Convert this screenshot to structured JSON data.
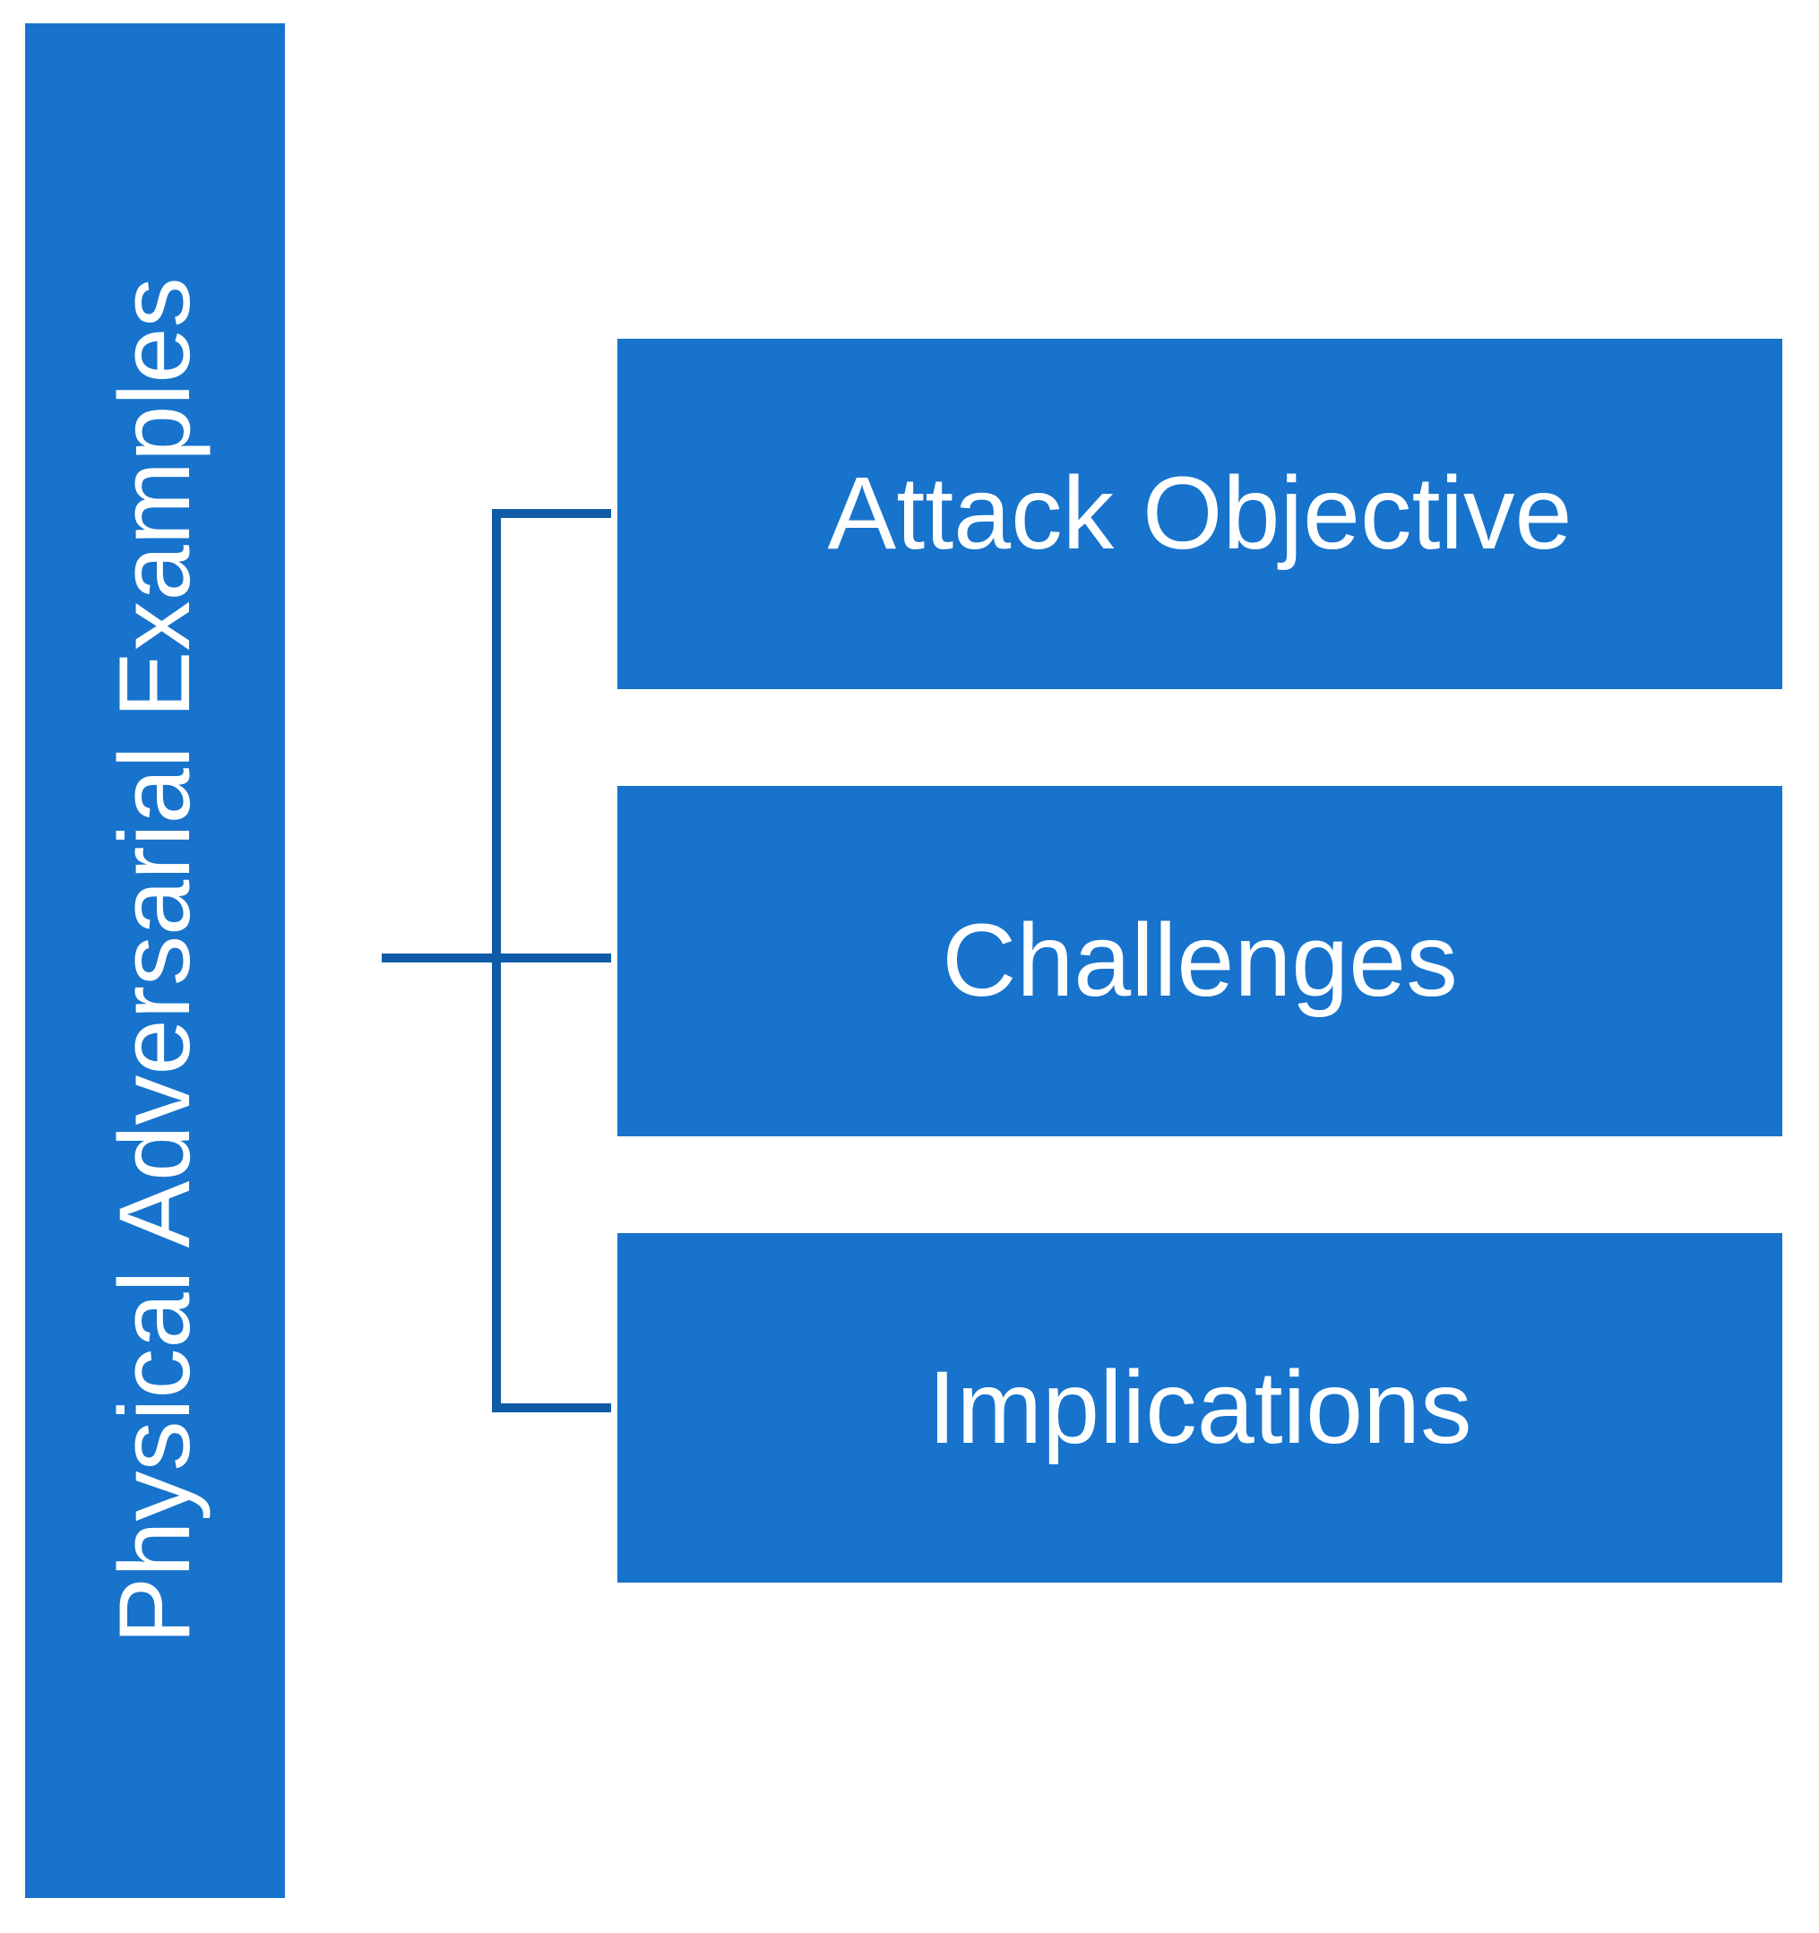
{
  "diagram": {
    "type": "tree-hierarchy",
    "orientation": "left-root-right-leaves",
    "colors": {
      "node_fill": "#1773CC",
      "connector_line": "#0F5BA7",
      "node_text": "#FFFFFF",
      "background": "#FFFFFF"
    },
    "root": {
      "label": "Physical Adversarial Examples",
      "text_orientation": "vertical-rotated-90-ccw"
    },
    "children": [
      {
        "label": "Attack Objective"
      },
      {
        "label": "Challenges"
      },
      {
        "label": "Implications"
      }
    ]
  }
}
